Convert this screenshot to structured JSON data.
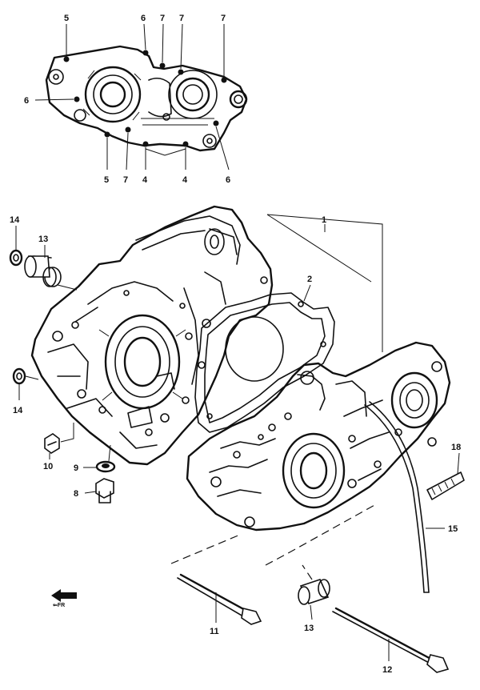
{
  "diagram": {
    "callouts": [
      {
        "id": "c5-top",
        "text": "5"
      },
      {
        "id": "c6-top",
        "text": "6"
      },
      {
        "id": "c7-top-a",
        "text": "7"
      },
      {
        "id": "c7-top-b",
        "text": "7"
      },
      {
        "id": "c7-top-c",
        "text": "7"
      },
      {
        "id": "c6-left",
        "text": "6"
      },
      {
        "id": "c5-bottom",
        "text": "5"
      },
      {
        "id": "c7-bottom",
        "text": "7"
      },
      {
        "id": "c4-a",
        "text": "4"
      },
      {
        "id": "c4-b",
        "text": "4"
      },
      {
        "id": "c6-bottom",
        "text": "6"
      },
      {
        "id": "c1",
        "text": "1"
      },
      {
        "id": "c2",
        "text": "2"
      },
      {
        "id": "c14-top",
        "text": "14"
      },
      {
        "id": "c13-top",
        "text": "13"
      },
      {
        "id": "c14-bottom",
        "text": "14"
      },
      {
        "id": "c10",
        "text": "10"
      },
      {
        "id": "c9",
        "text": "9"
      },
      {
        "id": "c8",
        "text": "8"
      },
      {
        "id": "c18",
        "text": "18"
      },
      {
        "id": "c15",
        "text": "15"
      },
      {
        "id": "c11",
        "text": "11"
      },
      {
        "id": "c13-bottom",
        "text": "13"
      },
      {
        "id": "c12",
        "text": "12"
      }
    ],
    "orientation_mark": "⇐FR"
  }
}
